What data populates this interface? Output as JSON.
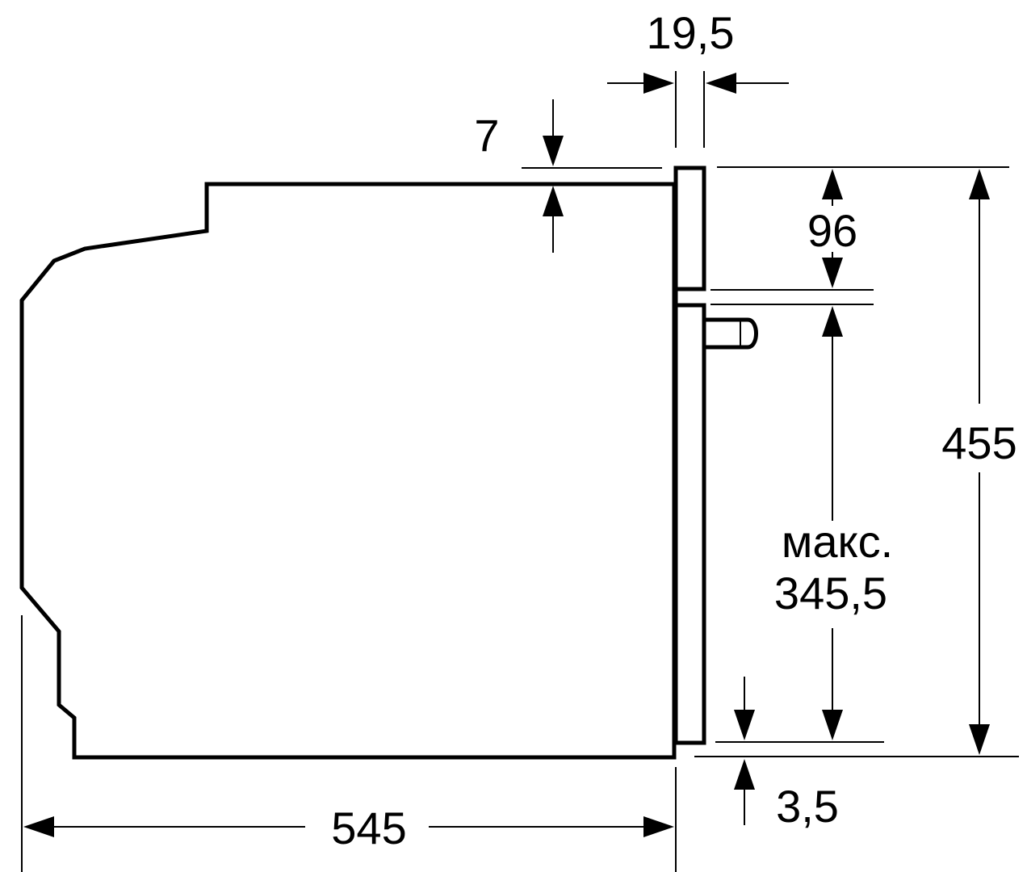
{
  "labels": {
    "gap_width": "19,5",
    "top_offset": "7",
    "panel_height": "96",
    "total_height": "455",
    "max_word": "макс.",
    "max_height": "345,5",
    "bottom_offset": "3,5",
    "depth": "545"
  },
  "colors": {
    "line": "#000000",
    "background": "#ffffff"
  }
}
